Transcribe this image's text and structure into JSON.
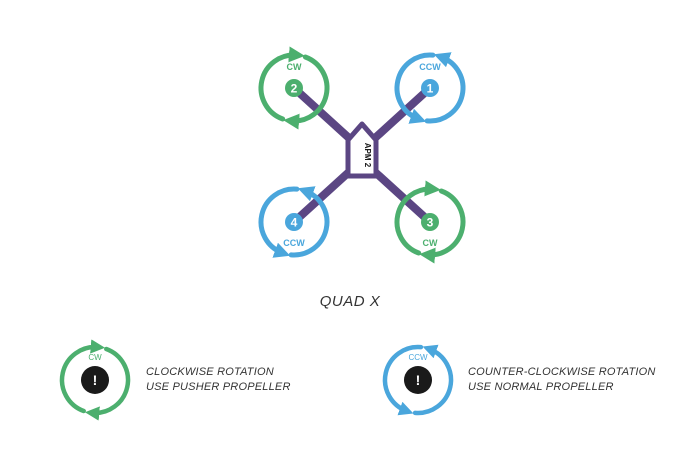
{
  "colors": {
    "cw": "#4caf6e",
    "ccw": "#4aa6dc",
    "frame": "#5b4683",
    "warning": "#1a1a1a"
  },
  "flight_controller": {
    "label": "APM 2"
  },
  "frame_caption": "QUAD X",
  "motors": [
    {
      "number": "1",
      "direction": "CCW",
      "position": "front-right"
    },
    {
      "number": "2",
      "direction": "CW",
      "position": "front-left"
    },
    {
      "number": "3",
      "direction": "CW",
      "position": "rear-right"
    },
    {
      "number": "4",
      "direction": "CCW",
      "position": "rear-left"
    }
  ],
  "legend": {
    "cw": {
      "badge": "CW",
      "icon": "exclamation-icon",
      "line1": "CLOCKWISE ROTATION",
      "line2": "USE PUSHER PROPELLER"
    },
    "ccw": {
      "badge": "CCW",
      "icon": "exclamation-icon",
      "line1": "COUNTER-CLOCKWISE ROTATION",
      "line2": "USE NORMAL PROPELLER"
    }
  }
}
